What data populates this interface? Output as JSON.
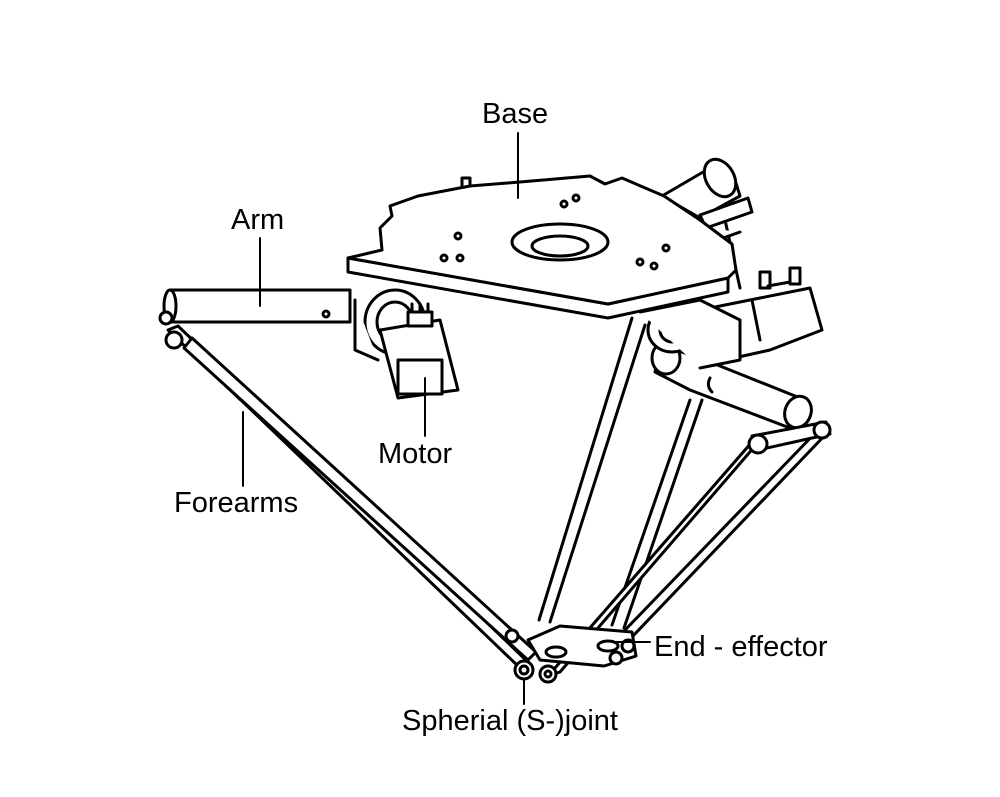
{
  "labels": {
    "base": "Base",
    "arm": "Arm",
    "motor": "Motor",
    "forearms": "Forearms",
    "end_effector": "End - effector",
    "spherical_joint": "Spherial (S-)joint"
  },
  "colors": {
    "line": "#000000",
    "fill": "#ffffff"
  }
}
